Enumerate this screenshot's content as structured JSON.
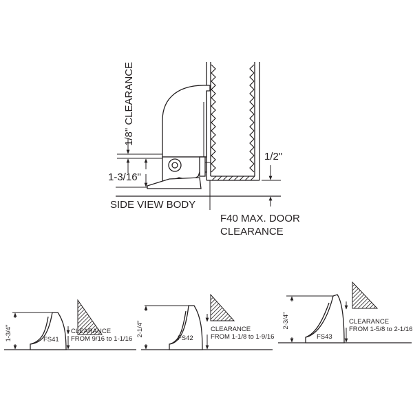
{
  "main_view": {
    "clearance_top": "1/8\" CLEARANCE",
    "height_left": "1-3/16\"",
    "height_right": "1/2\"",
    "caption": "SIDE VIEW BODY",
    "max_clearance_line1": "F40 MAX. DOOR",
    "max_clearance_line2": "CLEARANCE"
  },
  "models": [
    {
      "id": "FS41",
      "height": "1-3/4\"",
      "clearance_line1": "CLEARANCE",
      "clearance_line2": "FROM 9/16 to 1-1/16"
    },
    {
      "id": "FS42",
      "height": "2-1/4\"",
      "clearance_line1": "CLEARANCE",
      "clearance_line2": "FROM 1-1/8 to 1-9/16"
    },
    {
      "id": "FS43",
      "height": "2-3/4\"",
      "clearance_line1": "CLEARANCE",
      "clearance_line2": "FROM 1-5/8 to 2-1/16"
    }
  ],
  "colors": {
    "ink": "#231f20",
    "background": "#ffffff"
  }
}
